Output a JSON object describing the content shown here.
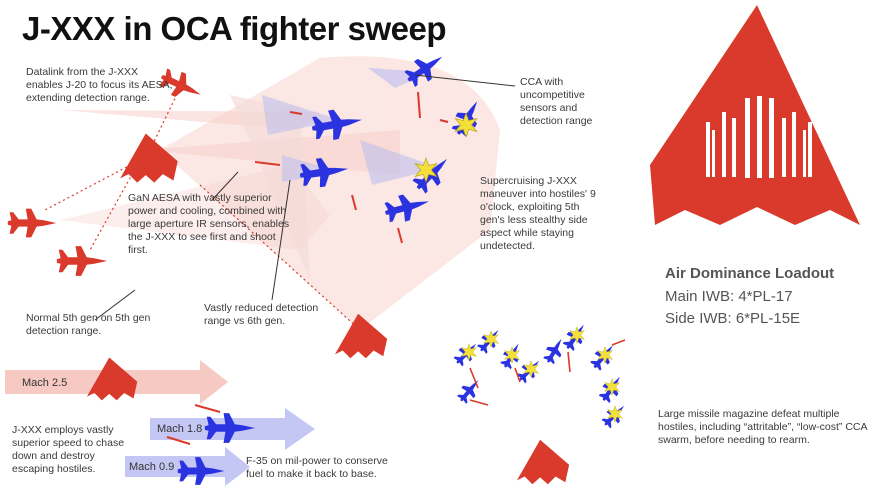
{
  "title": "J-XXX in OCA fighter sweep",
  "annotations": {
    "datalink": "Datalink from the J-XXX enables J-20 to focus its AESA, extending detection range.",
    "cca": "CCA with uncompetitive sensors and detection range",
    "gan": "GaN AESA with vastly superior power and cooling, combined with large aperture IR sensors, enables the J-XXX to see first and shoot first.",
    "supercruise": "Supercruising J-XXX maneuver into hostiles' 9 o'clock, exploiting 5th gen's less stealthy side aspect while staying undetected.",
    "fifth_gen": "Normal 5th gen on 5th gen detection range.",
    "reduced": "Vastly reduced detection range vs 6th gen.",
    "speed": "J-XXX employs vastly superior speed to chase down and destroy escaping hostiles.",
    "f35": "F-35 on mil-power to conserve fuel to make it back to base.",
    "magazine": "Large missile magazine defeat multiple hostiles, including “attritable”, “low-cost” CCA swarm, before needing to rearm."
  },
  "speeds": {
    "jxxx": "Mach 2.5",
    "f35_fast": "Mach 1.8",
    "f35_slow": "Mach 0.9"
  },
  "loadout": {
    "title": "Air Dominance Loadout",
    "main": "Main IWB: 4*PL-17",
    "side": "Side IWB: 6*PL-15E"
  },
  "colors": {
    "red": "#d93a2b",
    "blue": "#2b33e0",
    "star": "#f4e03a",
    "cone_red": "#f6c9c3",
    "cone_blue": "#b9bcf0"
  },
  "icons": [
    "jxxx-delta-icon",
    "j20-icon",
    "f35-icon",
    "cca-icon",
    "explosion-icon",
    "missile-icon"
  ]
}
